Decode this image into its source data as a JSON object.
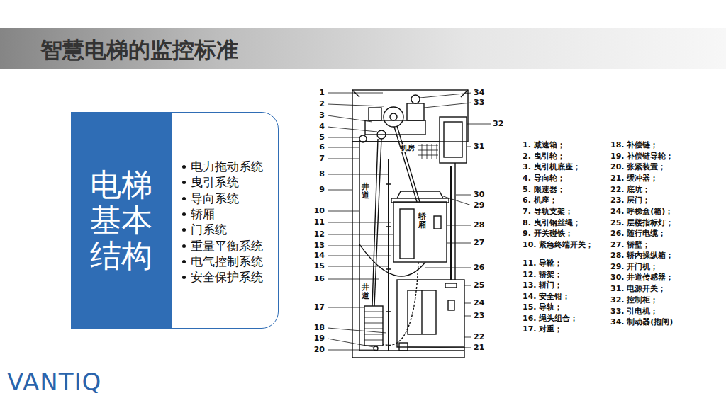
{
  "diagram": {
    "title": "智慧电梯的监控标准",
    "nodes": [
      {
        "text": [
          "电力拖动系统",
          "曳引系统",
          "导向系统",
          "轿厢",
          "门系统",
          "重量平衡系统",
          "电气控制系统",
          "安全保护系统"
        ]
      },
      {
        "text": [
          "电梯 基本 结构"
        ],
        "in": 0
      }
    ],
    "labels": [
      "1",
      "2",
      "3",
      "4",
      "5",
      "6",
      "7",
      "8",
      "9",
      "10",
      "11",
      "12",
      "13",
      "14",
      "15",
      "16",
      "17",
      "18",
      "19",
      "20",
      "21",
      "22",
      "23",
      "24",
      "25",
      "26",
      "27",
      "28",
      "29",
      "30",
      "31",
      "32",
      "33",
      "34",
      "机房",
      "井道",
      "井道",
      "轿厢",
      "1. 减速箱；",
      "2. 曳引轮；",
      "3. 曳引机底座；",
      "4. 导向轮；",
      "5. 限速器；",
      "6. 机座；",
      "7. 导轨支架；",
      "8. 曳引钢丝绳；",
      "9. 开关碰铁；",
      "10. 紧急终端开关；",
      "11. 导靴；",
      "12. 轿架；",
      "13. 轿门；",
      "14. 安全钳；",
      "15. 导轨；",
      "16. 绳头组合；",
      "17. 对重；",
      "18. 补偿链；",
      "19. 补偿链导轮；",
      "20. 张紧装置；",
      "21. 缓冲器；",
      "22. 底坑；",
      "23. 层门；",
      "24. 呼梯盒(箱)；",
      "25. 层楼指标灯；",
      "26. 随行电缆；",
      "27. 轿壁；",
      "28. 轿内操纵箱；",
      "29. 开门机；",
      "30. 井道传感器；",
      "31. 电源开关；",
      "32. 控制柜；",
      "33. 引电机；",
      "34. 制动器(抱闸)",
      "VANTIQ"
    ]
  }
}
